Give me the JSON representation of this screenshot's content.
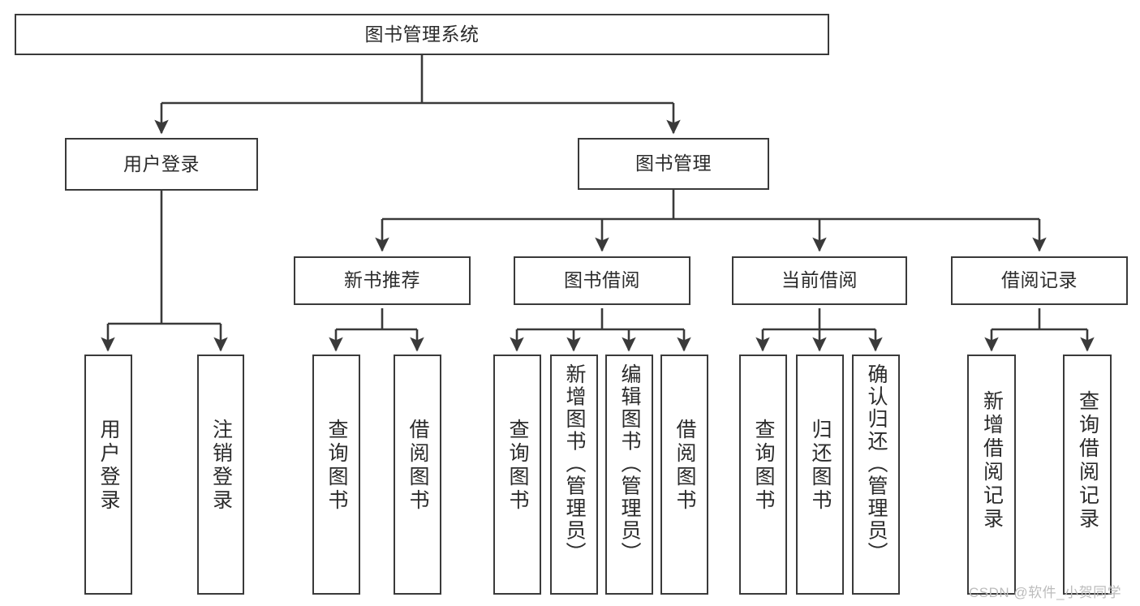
{
  "diagram": {
    "title": "图书管理系统",
    "type": "hierarchy-tree",
    "orientation": "top-down",
    "colors": {
      "box_border": "#3a3a3a",
      "box_fill": "#ffffff",
      "connector": "#3a3a3a",
      "text": "#2b2b2b",
      "background": "#ffffff",
      "watermark": "#bcbcbc"
    }
  },
  "watermark": {
    "text": "CSDN @软件_小贺同学"
  },
  "nodes": {
    "root": {
      "label": "图书管理系统",
      "level": 0
    },
    "l1": [
      {
        "id": "user-login",
        "label": "用户登录",
        "level": 1
      },
      {
        "id": "book-manage",
        "label": "图书管理",
        "level": 1
      }
    ],
    "l2": [
      {
        "id": "new-book-recommend",
        "label": "新书推荐",
        "level": 2,
        "parent": "book-manage"
      },
      {
        "id": "book-borrow",
        "label": "图书借阅",
        "level": 2,
        "parent": "book-manage"
      },
      {
        "id": "current-borrow",
        "label": "当前借阅",
        "level": 2,
        "parent": "book-manage"
      },
      {
        "id": "borrow-record",
        "label": "借阅记录",
        "level": 2,
        "parent": "book-manage"
      }
    ],
    "leaves": [
      {
        "id": "leaf-user-login",
        "label": "用户登录",
        "parent": "user-login"
      },
      {
        "id": "leaf-logout-login",
        "label": "注销登录",
        "parent": "user-login"
      },
      {
        "id": "leaf-query-book-1",
        "label": "查询图书",
        "parent": "new-book-recommend"
      },
      {
        "id": "leaf-borrow-book-1",
        "label": "借阅图书",
        "parent": "new-book-recommend"
      },
      {
        "id": "leaf-query-book-2",
        "label": "查询图书",
        "parent": "book-borrow"
      },
      {
        "id": "leaf-add-book",
        "label": "新增图书（管理员）",
        "parent": "book-borrow"
      },
      {
        "id": "leaf-edit-book",
        "label": "编辑图书（管理员）",
        "parent": "book-borrow"
      },
      {
        "id": "leaf-borrow-book-2",
        "label": "借阅图书",
        "parent": "book-borrow"
      },
      {
        "id": "leaf-query-book-3",
        "label": "查询图书",
        "parent": "current-borrow"
      },
      {
        "id": "leaf-return-book",
        "label": "归还图书",
        "parent": "current-borrow"
      },
      {
        "id": "leaf-confirm-return",
        "label": "确认归还（管理员）",
        "parent": "current-borrow"
      },
      {
        "id": "leaf-add-record",
        "label": "新增借阅记录",
        "parent": "borrow-record"
      },
      {
        "id": "leaf-query-record",
        "label": "查询借阅记录",
        "parent": "borrow-record"
      }
    ]
  },
  "edges": [
    {
      "from": "root",
      "to": "user-login"
    },
    {
      "from": "root",
      "to": "book-manage"
    },
    {
      "from": "book-manage",
      "to": "new-book-recommend"
    },
    {
      "from": "book-manage",
      "to": "book-borrow"
    },
    {
      "from": "book-manage",
      "to": "current-borrow"
    },
    {
      "from": "book-manage",
      "to": "borrow-record"
    },
    {
      "from": "user-login",
      "to": "leaf-user-login"
    },
    {
      "from": "user-login",
      "to": "leaf-logout-login"
    },
    {
      "from": "new-book-recommend",
      "to": "leaf-query-book-1"
    },
    {
      "from": "new-book-recommend",
      "to": "leaf-borrow-book-1"
    },
    {
      "from": "book-borrow",
      "to": "leaf-query-book-2"
    },
    {
      "from": "book-borrow",
      "to": "leaf-add-book"
    },
    {
      "from": "book-borrow",
      "to": "leaf-edit-book"
    },
    {
      "from": "book-borrow",
      "to": "leaf-borrow-book-2"
    },
    {
      "from": "current-borrow",
      "to": "leaf-query-book-3"
    },
    {
      "from": "current-borrow",
      "to": "leaf-return-book"
    },
    {
      "from": "current-borrow",
      "to": "leaf-confirm-return"
    },
    {
      "from": "borrow-record",
      "to": "leaf-add-record"
    },
    {
      "from": "borrow-record",
      "to": "leaf-query-record"
    }
  ]
}
